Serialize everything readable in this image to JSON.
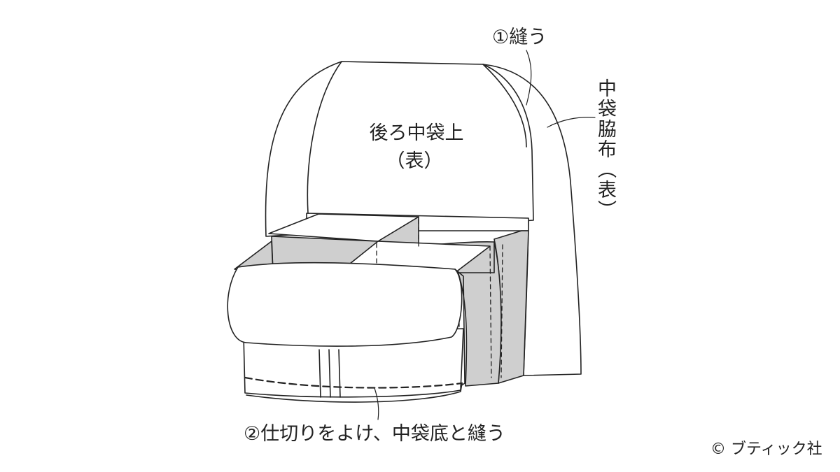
{
  "labels": {
    "step1": "①縫う",
    "back_top_line1": "後ろ中袋上",
    "back_top_line2": "（表）",
    "side_panel": "中袋脇布（表）",
    "step2": "②仕切りをよけ、中袋底と縫う",
    "copyright": "© ブティック社"
  },
  "colors": {
    "line": "#222222",
    "gray_fill": "#cfcfcf",
    "background": "#ffffff"
  }
}
